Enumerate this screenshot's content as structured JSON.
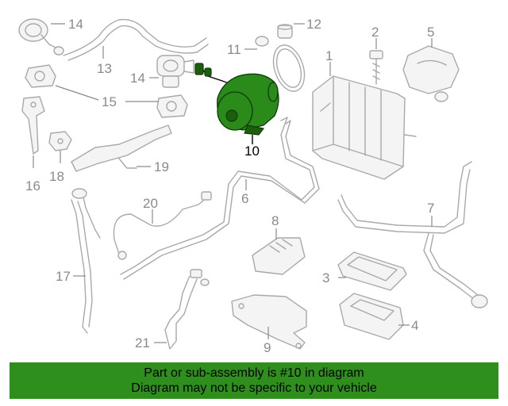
{
  "callouts": {
    "c1": "1",
    "c2": "2",
    "c3": "3",
    "c4": "4",
    "c5": "5",
    "c6": "6",
    "c7": "7",
    "c8": "8",
    "c9": "9",
    "c10": "10",
    "c11": "11",
    "c12": "12",
    "c13": "13",
    "c14a": "14",
    "c14b": "14",
    "c15": "15",
    "c16": "16",
    "c17": "17",
    "c18": "18",
    "c19": "19",
    "c20": "20",
    "c21": "21"
  },
  "banner": {
    "line1": "Part or sub-assembly is #10 in diagram",
    "line2": "Diagram may not be specific to your vehicle"
  },
  "colors": {
    "highlight": "#2a8a1a",
    "banner": "#2e8f1c",
    "line_art": "#a9a9a9"
  }
}
